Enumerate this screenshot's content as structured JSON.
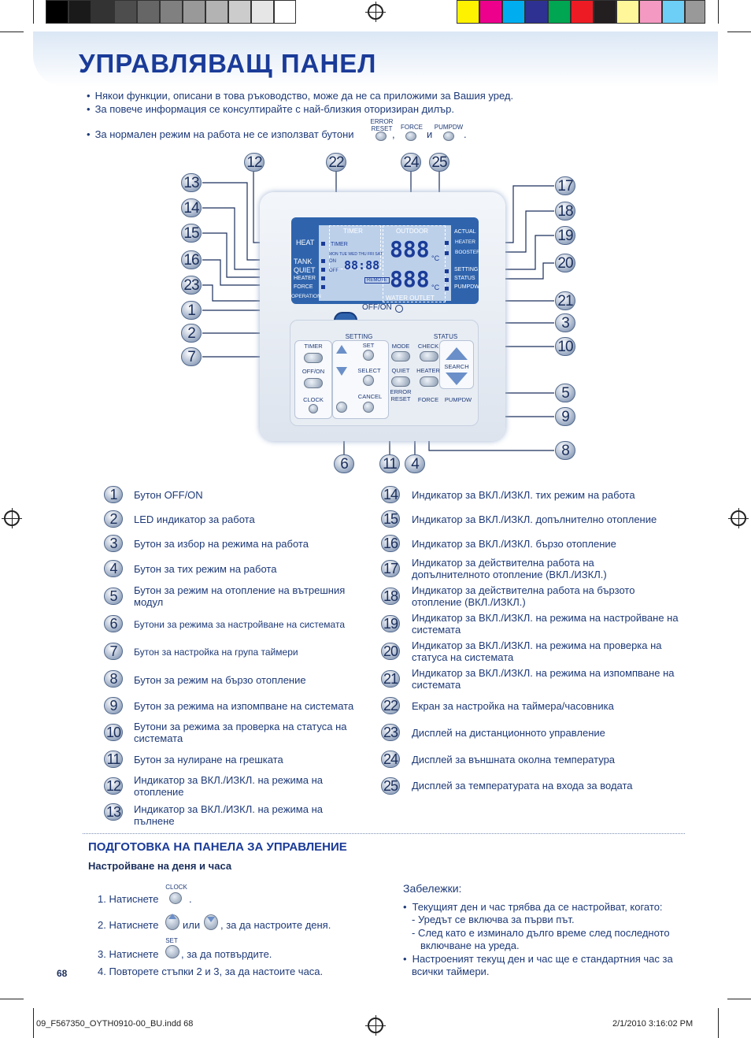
{
  "title": "УПРАВЛЯВАЩ ПАНЕЛ",
  "notes": [
    "Някои функции, описани в това ръководство, може да не са приложими за Вашия уред.",
    "За повече информация се консултирайте с най-близкия оторизиран дилър.",
    "За нормален режим на работа не се използват бутони"
  ],
  "note_buttons": {
    "error_reset": "ERROR\nRESET",
    "force": "FORCE",
    "pumpdw": "PUMPDW",
    "comma": ",",
    "and": "и",
    "period": "."
  },
  "lcd": {
    "heat": "HEAT",
    "timer": "TIMER",
    "outdoor": "OUTDOOR",
    "actual": "ACTUAL",
    "tank": "TANK",
    "quiet": "QUIET",
    "heater": "HEATER",
    "force": "FORCE",
    "operation": "OPERATION",
    "remote": "REMOTE",
    "water_outlet": "WATER OUTLET",
    "setting": "SETTING",
    "status": "STATUS",
    "pumpdw": "PUMPDW",
    "booster": "BOOSTER",
    "on": "ON",
    "off": "OFF",
    "days": "MON TUE WED THU FRI SAT SUN",
    "digits_small": "88:88",
    "digits_large": "888",
    "unit": "°C",
    "offon": "OFF/ON"
  },
  "keypad": {
    "setting": "SETTING",
    "status": "STATUS",
    "timer": "TIMER",
    "set": "SET",
    "mode": "MODE",
    "check": "CHECK",
    "offon": "OFF/ON",
    "select": "SELECT",
    "quiet": "QUIET",
    "heater": "HEATER",
    "search": "SEARCH",
    "clock": "CLOCK",
    "cancel": "CANCEL",
    "error_reset": "ERROR\nRESET",
    "force": "FORCE",
    "pumpdw": "PUMPDW"
  },
  "callouts": {
    "c12": "12",
    "c22": "22",
    "c24": "24",
    "c25": "25",
    "c13": "13",
    "c14": "14",
    "c15": "15",
    "c16": "16",
    "c23": "23",
    "c1": "1",
    "c2": "2",
    "c7": "7",
    "c17": "17",
    "c18": "18",
    "c19": "19",
    "c20": "20",
    "c21": "21",
    "c3": "3",
    "c10": "10",
    "c5": "5",
    "c9": "9",
    "c8": "8",
    "c6": "6",
    "c11": "11",
    "c4": "4"
  },
  "legend_left": [
    {
      "num": "1",
      "text": "Бутон OFF/ON"
    },
    {
      "num": "2",
      "text": "LED индикатор за работа"
    },
    {
      "num": "3",
      "text": "Бутон за избор на режима на работа"
    },
    {
      "num": "4",
      "text": "Бутон за тих режим на работа"
    },
    {
      "num": "5",
      "text": "Бутон за режим на отопление на вътрешния модул"
    },
    {
      "num": "6",
      "text": "Бутони за режима за настройване на системата"
    },
    {
      "num": "7",
      "text": "Бутон за настройка на група таймери"
    },
    {
      "num": "8",
      "text": "Бутон за режим на бързо отопление"
    },
    {
      "num": "9",
      "text": "Бутон за режима на изпомпване на системата"
    },
    {
      "num": "10",
      "text": "Бутони за режима за проверка на статуса на системата"
    },
    {
      "num": "11",
      "text": "Бутон за нулиране на грешката"
    },
    {
      "num": "12",
      "text": "Индикатор за ВКЛ./ИЗКЛ. на режима на отопление"
    },
    {
      "num": "13",
      "text": "Индикатор за ВКЛ./ИЗКЛ. на режима на пълнене"
    }
  ],
  "legend_right": [
    {
      "num": "14",
      "text": "Индикатор за ВКЛ./ИЗКЛ. тих режим на работа"
    },
    {
      "num": "15",
      "text": "Индикатор за ВКЛ./ИЗКЛ. допълнително отопление"
    },
    {
      "num": "16",
      "text": "Индикатор за ВКЛ./ИЗКЛ. бързо отопление"
    },
    {
      "num": "17",
      "text": "Индикатор за действителна работа на допълнителното отопление (ВКЛ./ИЗКЛ.)"
    },
    {
      "num": "18",
      "text": "Индикатор за действителна работа на бързото отопление (ВКЛ./ИЗКЛ.)"
    },
    {
      "num": "19",
      "text": "Индикатор за ВКЛ./ИЗКЛ. на режима на настройване на системата"
    },
    {
      "num": "20",
      "text": "Индикатор за ВКЛ./ИЗКЛ. на режима на проверка на статуса на системата"
    },
    {
      "num": "21",
      "text": "Индикатор за ВКЛ./ИЗКЛ. на режима на изпомпване на системата"
    },
    {
      "num": "22",
      "text": "Екран за настройка на таймера/часовника"
    },
    {
      "num": "23",
      "text": "Дисплей на дистанционното управление"
    },
    {
      "num": "24",
      "text": "Дисплей за външната околна температура"
    },
    {
      "num": "25",
      "text": "Дисплей за температурата на входа за водата"
    }
  ],
  "section": {
    "heading": "ПОДГОТОВКА НА ПАНЕЛА ЗА УПРАВЛЕНИЕ",
    "subheading": "Настройване на деня и часа",
    "steps": {
      "s1": "1. Натиснете",
      "s1_end": ".",
      "s2": "2. Натиснете",
      "s2_or": "или",
      "s2_end": ", за да настроите деня.",
      "s3": "3. Натиснете",
      "s3_end": ", за да потвърдите.",
      "s4": "4. Повторете стъпки 2 и 3, за да настоите часа."
    },
    "clock_label": "CLOCK",
    "set_label": "SET",
    "notes_title": "Забележки:",
    "notes": [
      "Текущият ден и час трябва да се настройват, когато:",
      "-  Уредът се включва за първи път.",
      "-  След като е изминало дълго време след последното",
      "включване на уреда.",
      "Настроеният текущ ден и час ще е стандартния час за",
      "всички таймери."
    ]
  },
  "page_number": "68",
  "footer": {
    "file": "09_F567350_OYTH0910-00_BU.indd   68",
    "date": "2/1/2010   3:16:02 PM"
  },
  "colors": {
    "accent": "#1a3b98",
    "lcd": "#2f64ad",
    "text": "#1e3a78"
  }
}
